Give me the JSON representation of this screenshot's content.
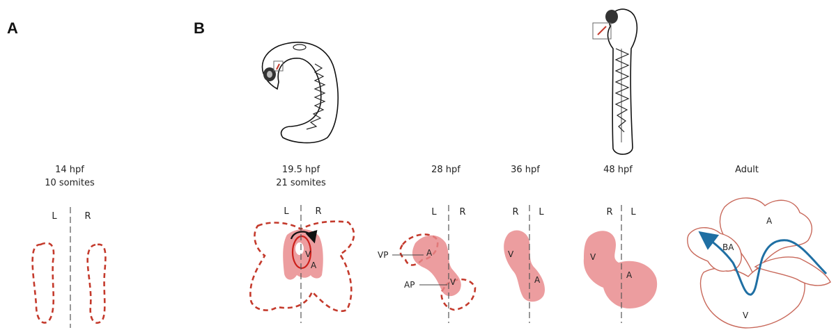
{
  "panels": {
    "a": "A",
    "b": "B"
  },
  "stages": {
    "s14": {
      "line1": "14 hpf",
      "line2": "10 somites",
      "left": "L",
      "right": "R"
    },
    "s19": {
      "line1": "19.5 hpf",
      "line2": "21 somites",
      "left": "L",
      "right": "R",
      "v": "V",
      "a": "A"
    },
    "s28": {
      "line1": "28 hpf",
      "left": "L",
      "right": "R",
      "a": "A",
      "v": "V",
      "vp": "VP",
      "ap": "AP"
    },
    "s36": {
      "line1": "36 hpf",
      "left": "R",
      "right": "L",
      "v": "V",
      "a": "A"
    },
    "s48": {
      "line1": "48 hpf",
      "left": "R",
      "right": "L",
      "v": "V",
      "a": "A"
    },
    "adult": {
      "line1": "Adult",
      "a": "A",
      "ba": "BA",
      "v": "V"
    }
  },
  "colors": {
    "heart_fill": "#e8888a",
    "dashed_outline": "#c43a2c",
    "flow_arrow": "#1f6fa3",
    "adult_outline": "#c8685a"
  }
}
